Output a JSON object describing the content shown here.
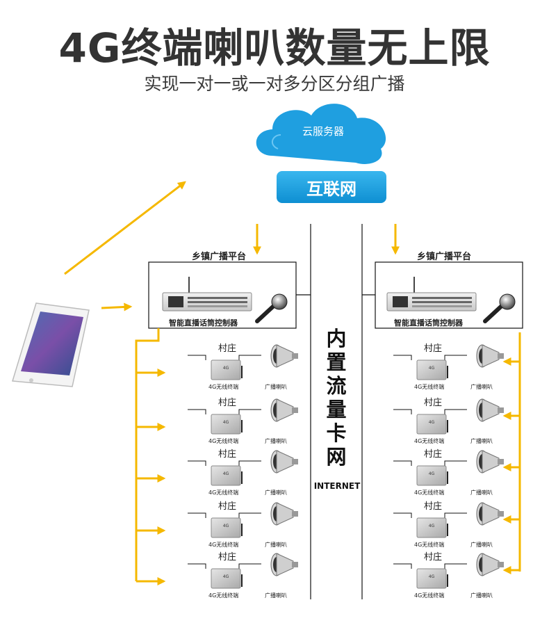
{
  "title": "4G终端喇叭数量无上限",
  "subtitle": "实现一对一或一对多分区分组广播",
  "cloud": {
    "label": "云服务器"
  },
  "internet": {
    "label": "互联网"
  },
  "left_platform": {
    "label": "乡镇广播平台",
    "controller_label": "智能直播话筒控制器"
  },
  "right_platform": {
    "label": "乡镇广播平台",
    "controller_label": "智能直播话筒控制器"
  },
  "center": {
    "vertical": [
      "内",
      "置",
      "流",
      "量",
      "卡",
      "网"
    ],
    "internet_text": "INTERNET"
  },
  "left_rows": [
    {
      "village": "村庄",
      "terminal": "4G无线终端",
      "speaker": "广播喇叭"
    },
    {
      "village": "村庄",
      "terminal": "4G无线终端",
      "speaker": "广播喇叭"
    },
    {
      "village": "村庄",
      "terminal": "4G无线终端",
      "speaker": "广播喇叭"
    },
    {
      "village": "村庄",
      "terminal": "4G无线终端",
      "speaker": "广播喇叭"
    },
    {
      "village": "村庄",
      "terminal": "4G无线终端",
      "speaker": "广播喇叭"
    }
  ],
  "right_rows": [
    {
      "village": "村庄",
      "terminal": "4G无线终端",
      "speaker": "广播喇叭"
    },
    {
      "village": "村庄",
      "terminal": "4G无线终端",
      "speaker": "广播喇叭"
    },
    {
      "village": "村庄",
      "terminal": "4G无线终端",
      "speaker": "广播喇叭"
    },
    {
      "village": "村庄",
      "terminal": "4G无线终端",
      "speaker": "广播喇叭"
    },
    {
      "village": "村庄",
      "terminal": "4G无线终端",
      "speaker": "广播喇叭"
    }
  ],
  "terminal_badge": "4G",
  "colors": {
    "arrow": "#f5b800",
    "cloud": "#1f9fe0",
    "line": "#111111",
    "title": "#333333"
  },
  "icons": [
    "cloud-icon",
    "smartphone-icon",
    "controller-device-icon",
    "microphone-icon",
    "terminal-box-icon",
    "horn-speaker-icon"
  ]
}
